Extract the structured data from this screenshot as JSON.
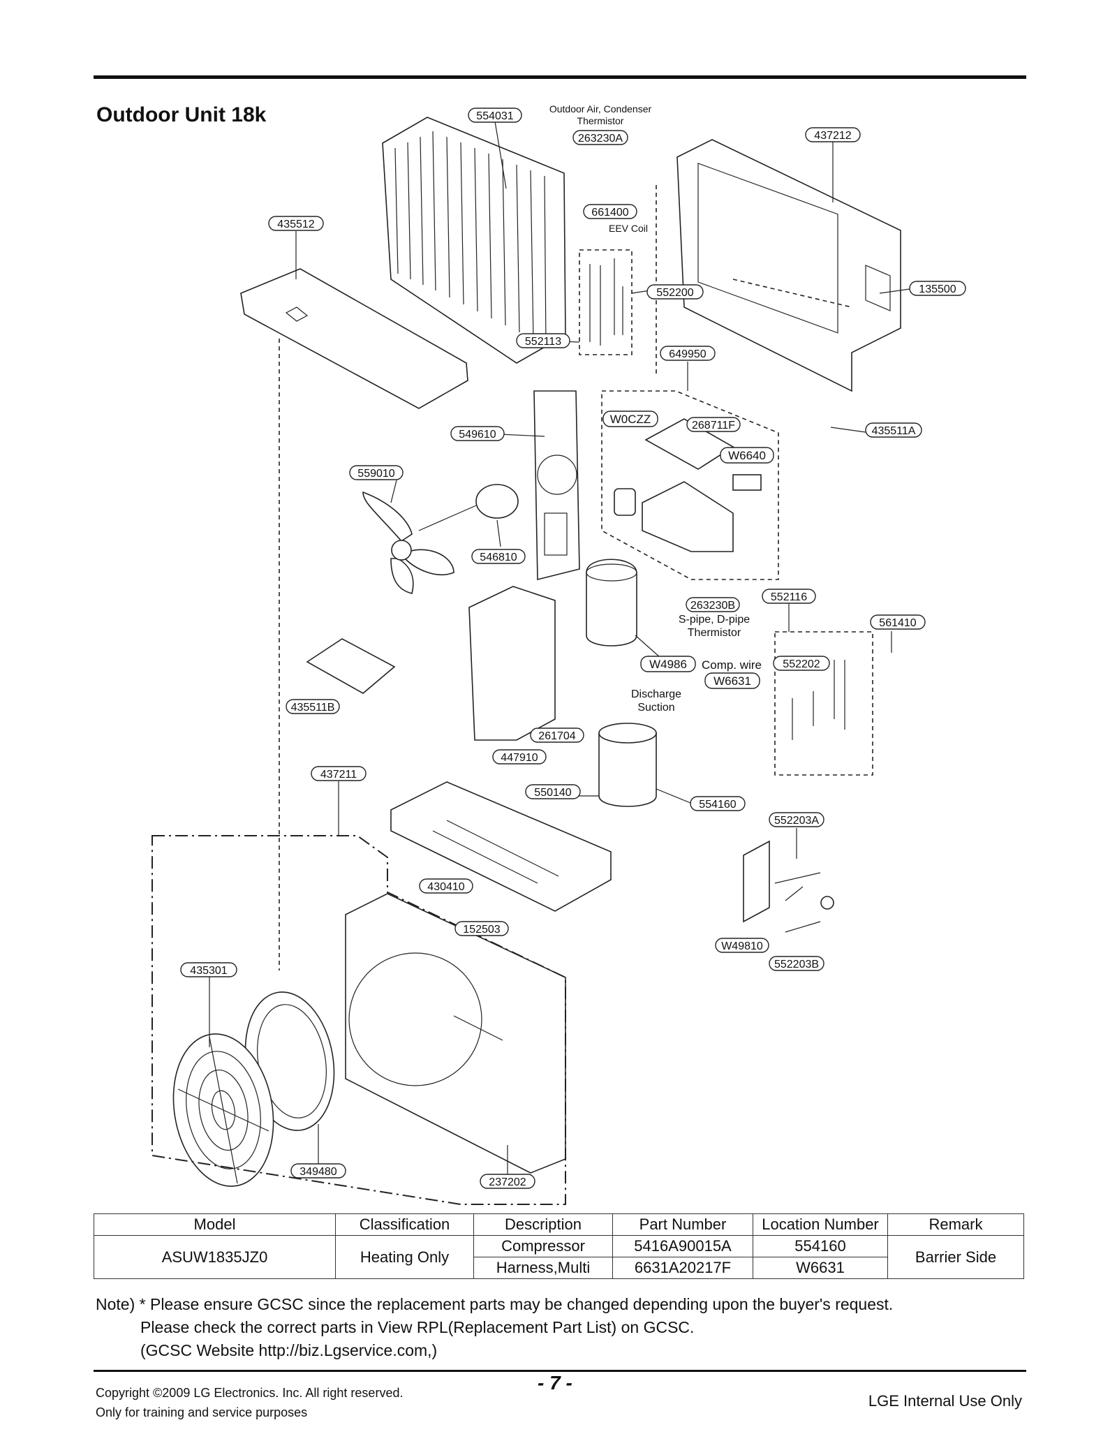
{
  "title": "Outdoor Unit 18k",
  "callouts": {
    "c554031": "554031",
    "c263230A": "263230A",
    "c437212": "437212",
    "c435512": "435512",
    "c661400": "661400",
    "c552200": "552200",
    "c135500": "135500",
    "c552113": "552113",
    "c649950": "649950",
    "cW0CZZ": "W0CZZ",
    "c268711F": "268711F",
    "c435511A": "435511A",
    "c549610": "549610",
    "cW6640": "W6640",
    "c559010": "559010",
    "c546810": "546810",
    "c263230B": "263230B",
    "c552116": "552116",
    "c561410": "561410",
    "cW4986": "W4986",
    "cW6631": "W6631",
    "c552202": "552202",
    "c435511B": "435511B",
    "c261704": "261704",
    "c447910": "447910",
    "c437211": "437211",
    "c550140": "550140",
    "c554160": "554160",
    "c552203A": "552203A",
    "c430410": "430410",
    "c152503": "152503",
    "cW49810": "W49810",
    "c552203B": "552203B",
    "c435301": "435301",
    "c349480": "349480",
    "c237202": "237202"
  },
  "captions": {
    "outdoor_air_1": "Outdoor Air, Condenser",
    "outdoor_air_2": "Thermistor",
    "eev_coil": "EEV Coil",
    "spipe_1": "S-pipe, D-pipe",
    "spipe_2": "Thermistor",
    "comp_wire": "Comp. wire",
    "discharge": "Discharge",
    "suction": "Suction"
  },
  "table": {
    "headers": [
      "Model",
      "Classification",
      "Description",
      "Part Number",
      "Location Number",
      "Remark"
    ],
    "model": "ASUW1835JZ0",
    "classification": "Heating Only",
    "rows": [
      {
        "description": "Compressor",
        "part_number": "5416A90015A",
        "location": "554160"
      },
      {
        "description": "Harness,Multi",
        "part_number": "6631A20217F",
        "location": "W6631"
      }
    ],
    "remark": "Barrier Side"
  },
  "note": {
    "line1": "Note) * Please ensure GCSC since the replacement parts may be changed depending upon the buyer's request.",
    "line2": "Please check  the correct parts in View RPL(Replacement Part List) on GCSC.",
    "line3": "(GCSC Website  http://biz.Lgservice.com,)"
  },
  "footer": {
    "copyright": "Copyright ©2009 LG Electronics. Inc. All right reserved.",
    "training": "Only for training and service purposes",
    "page": "- 7 -",
    "internal": "LGE Internal Use Only"
  }
}
